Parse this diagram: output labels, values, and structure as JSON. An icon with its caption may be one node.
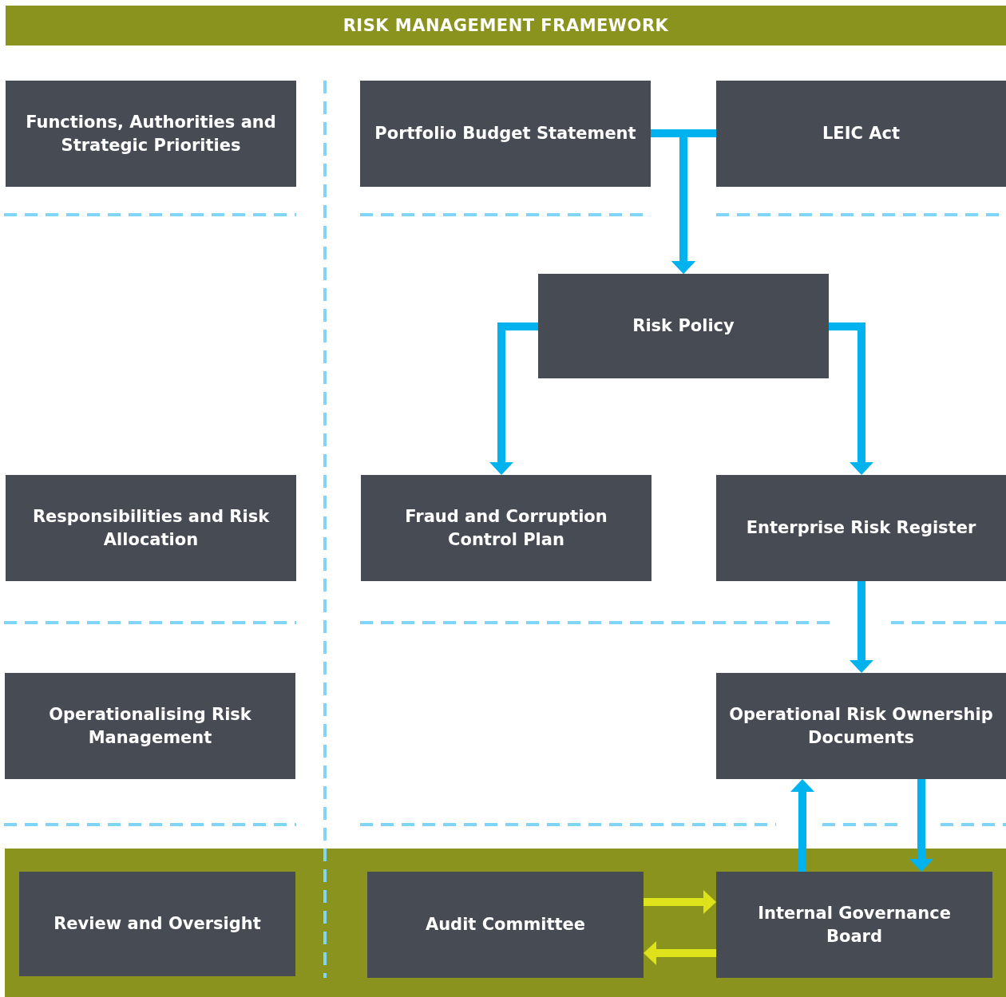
{
  "diagram": {
    "title": "RISK MANAGEMENT FRAMEWORK",
    "nodes": [
      {
        "text": [
          "Functions, Authorities and Strategic Priorities"
        ]
      },
      {
        "text": [
          "Portfolio Budget Statement"
        ]
      },
      {
        "text": [
          "LEIC Act"
        ]
      },
      {
        "text": [
          "Risk Policy"
        ]
      },
      {
        "text": [
          "Responsibilities and Risk Allocation"
        ]
      },
      {
        "text": [
          "Fraud and Corruption Control Plan"
        ]
      },
      {
        "text": [
          "Enterprise Risk Register"
        ]
      },
      {
        "text": [
          "Operationalising Risk Management"
        ]
      },
      {
        "text": [
          "Operational Risk Ownership Documents"
        ]
      },
      {
        "text": [],
        "shape": "band"
      },
      {
        "text": [
          "Review and Oversight"
        ],
        "in": 9
      },
      {
        "text": [
          "Audit Committee"
        ],
        "in": 9
      },
      {
        "text": [
          "Internal Governance Board"
        ],
        "in": 9
      }
    ],
    "edges": [
      {
        "from": 1,
        "to": 3,
        "arrow": "to"
      },
      {
        "from": 2,
        "to": 3,
        "arrow": "to"
      },
      {
        "from": 3,
        "to": 5,
        "arrow": "to"
      },
      {
        "from": 3,
        "to": 6,
        "arrow": "to"
      },
      {
        "from": 6,
        "to": 8,
        "arrow": "to"
      },
      {
        "from": 12,
        "to": 8,
        "arrow": "to"
      },
      {
        "from": 8,
        "to": 12,
        "arrow": "to"
      },
      {
        "from": 11,
        "to": 12,
        "arrow": "to",
        "color": "#dde21a"
      },
      {
        "from": 12,
        "to": 11,
        "arrow": "to",
        "color": "#dde21a"
      }
    ]
  }
}
